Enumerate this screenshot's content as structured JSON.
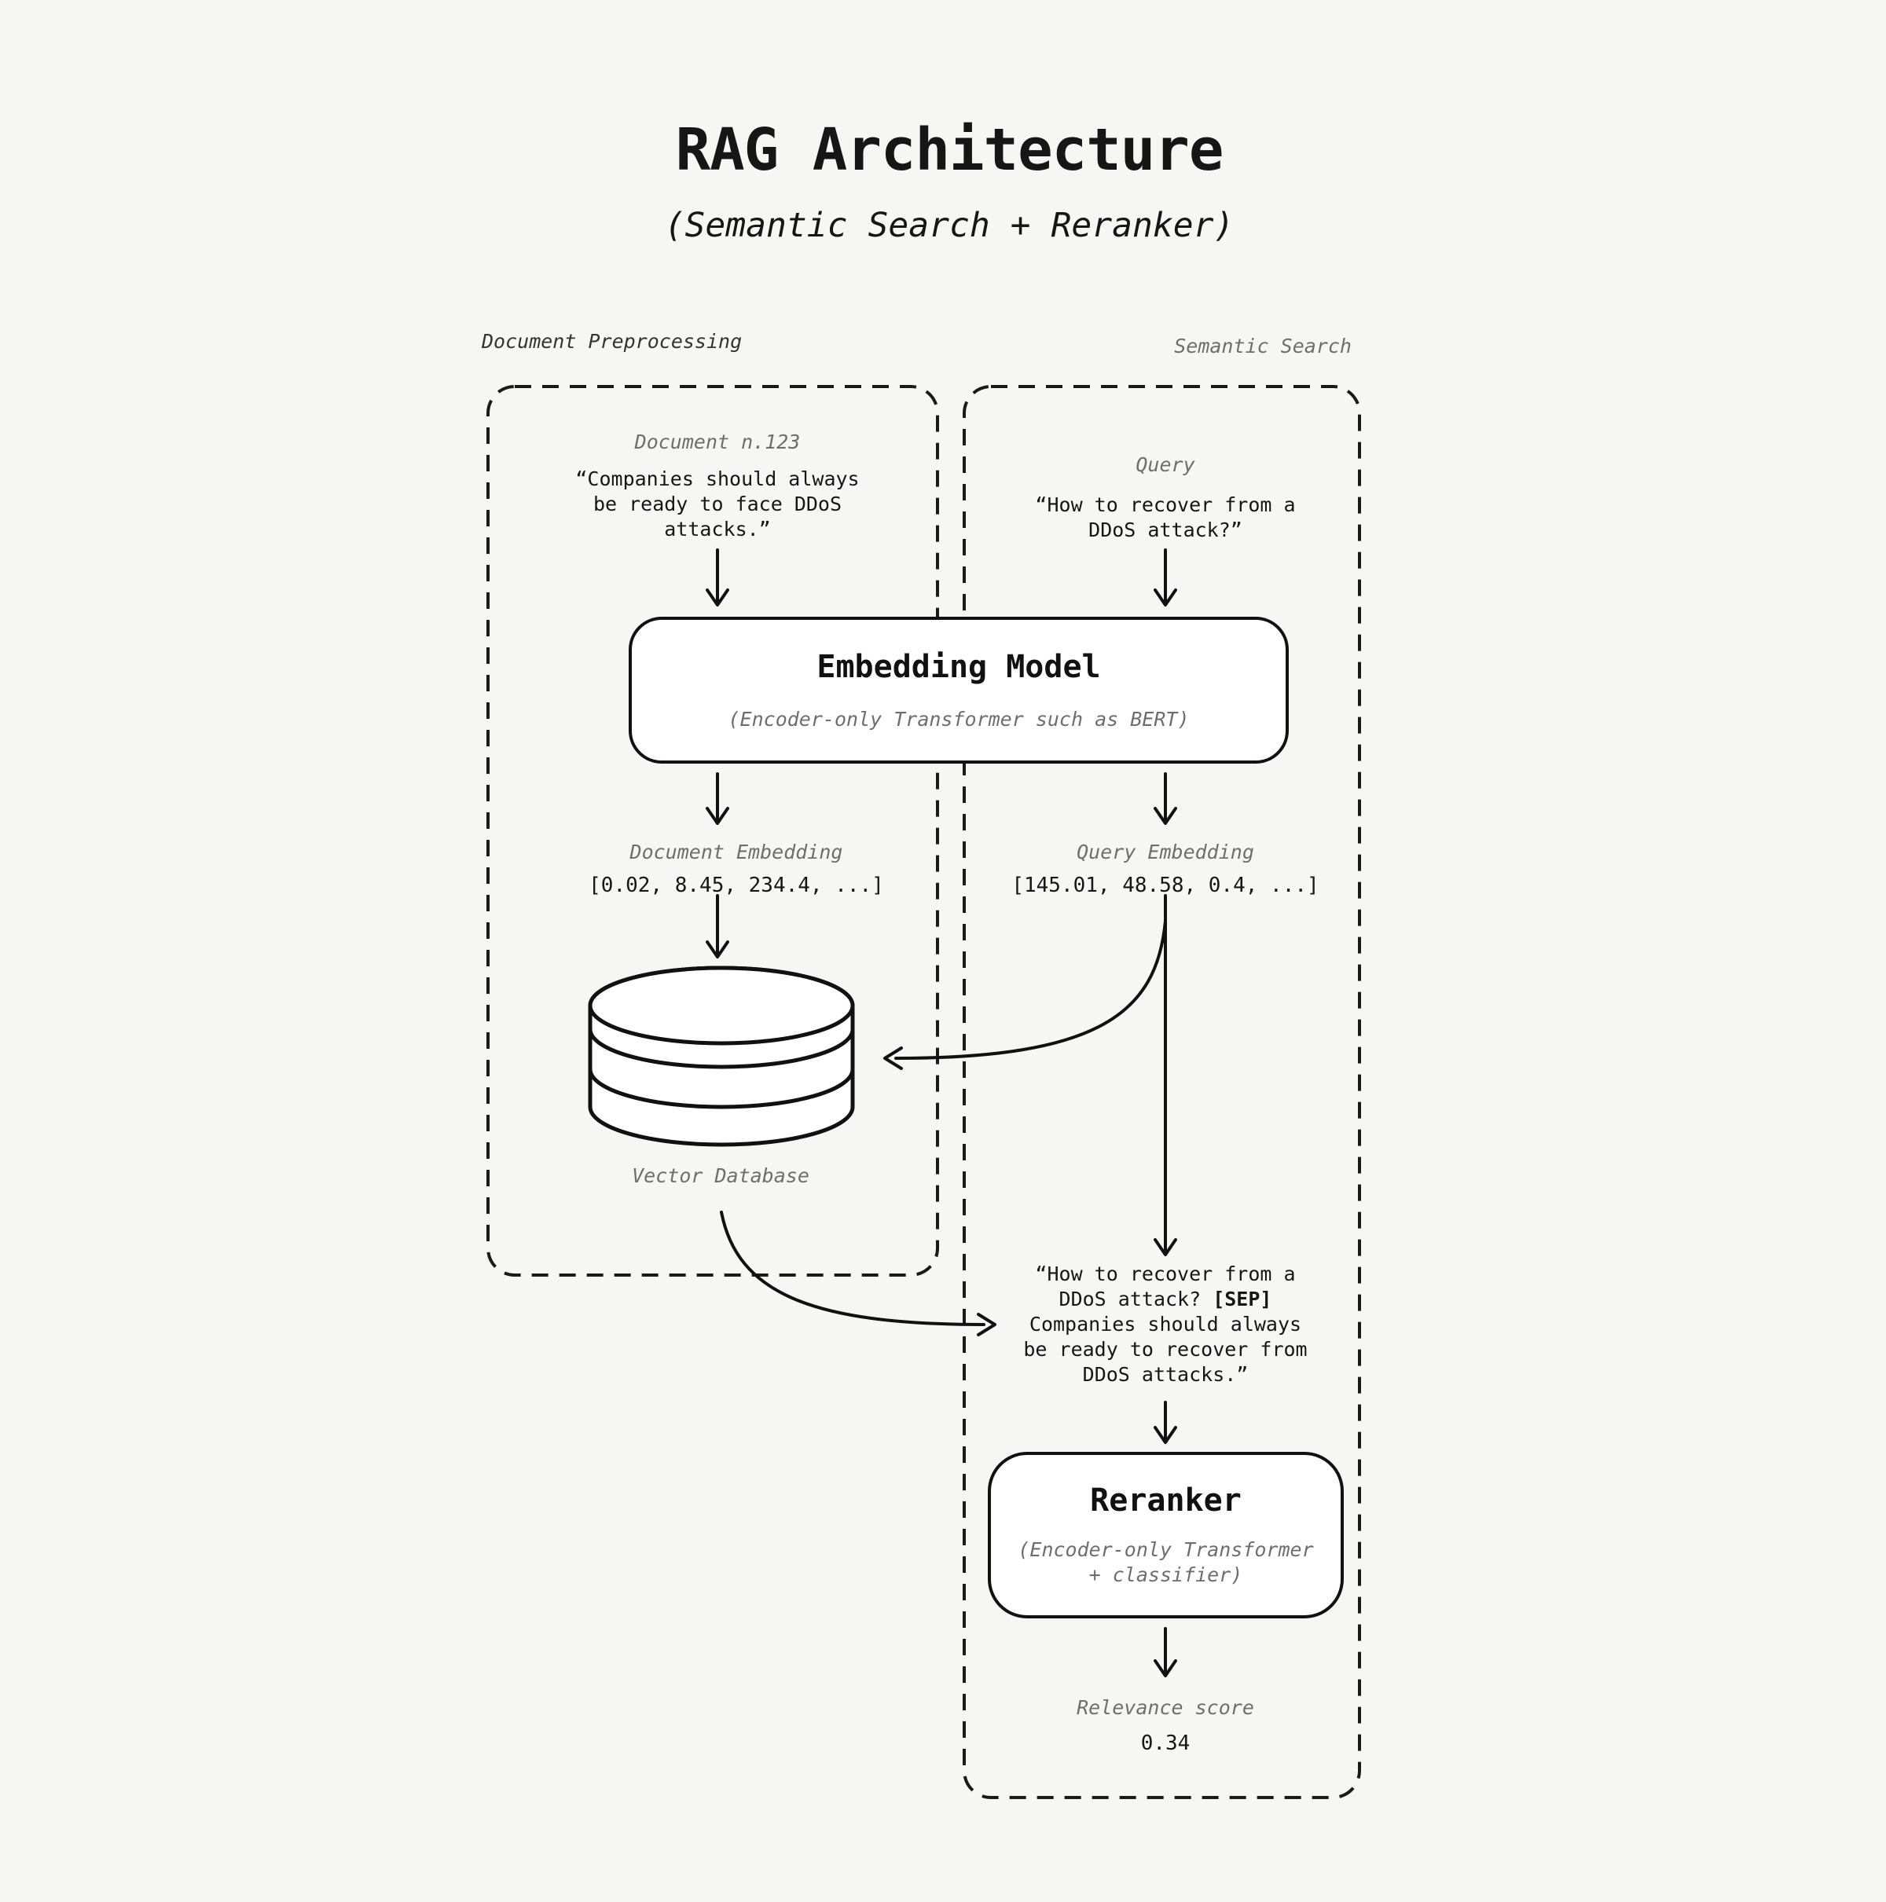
{
  "title": "RAG Architecture",
  "subtitle": "(Semantic Search + Reranker)",
  "sections": {
    "document_preprocessing_label": "Document Preprocessing",
    "semantic_search_label": "Semantic Search"
  },
  "document": {
    "label": "Document n.123",
    "text": "“Companies should always\nbe ready to face DDoS\nattacks.”"
  },
  "query": {
    "label": "Query",
    "text": "“How to recover from a\nDDoS attack?”"
  },
  "embedding_model": {
    "title": "Embedding Model",
    "subtitle": "(Encoder-only Transformer such as BERT)"
  },
  "document_embedding": {
    "label": "Document Embedding",
    "values": "[0.02, 8.45, 234.4, ...]"
  },
  "query_embedding": {
    "label": "Query Embedding",
    "values": "[145.01, 48.58, 0.4, ...]"
  },
  "vector_database": {
    "label": "Vector Database"
  },
  "reranker_input": {
    "line1": "“How to recover from a",
    "line2_text": "DDoS attack? ",
    "line2_sep_token": "[SEP]",
    "line3": "Companies should always",
    "line4": "be ready to recover from",
    "line5": "DDoS attacks.”"
  },
  "reranker": {
    "title": "Reranker",
    "subtitle": "(Encoder-only Transformer\n+ classifier)"
  },
  "relevance": {
    "label": "Relevance score",
    "value": "0.34"
  },
  "colors": {
    "background": "#f6f6f4",
    "ink": "#111111",
    "muted_gray": "#6e6e6e",
    "box_fill": "#ffffff"
  }
}
